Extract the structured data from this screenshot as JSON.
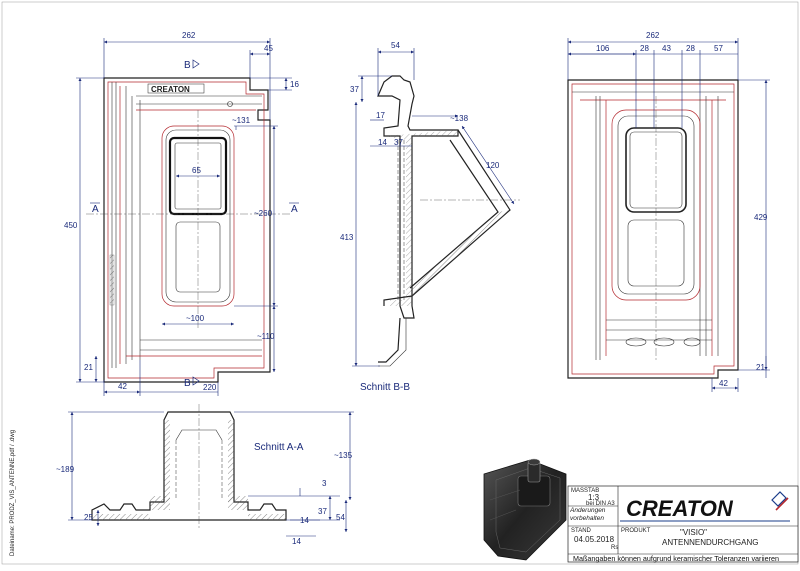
{
  "drawing": {
    "side_label": "Dateiname: PRODZ_VIS_ANTENNE.pdf / .dwg",
    "section_bb": "Schnitt B-B",
    "section_aa": "Schnitt A-A",
    "marker_a": "A",
    "marker_b": "B"
  },
  "front_view": {
    "dims": {
      "top_width": "262",
      "top_right": "45",
      "right_small": "16",
      "opening_top": "~131",
      "opening_width": "65",
      "opening_height": "~260",
      "height": "450",
      "bottom_opening": "~100",
      "bottom_right": "~110",
      "bottom_left": "21",
      "left_margin": "42",
      "bottom_width": "220"
    }
  },
  "section_bb_view": {
    "dims": {
      "top": "54",
      "left_top": "37",
      "a17": "17",
      "a14": "14",
      "a37": "37",
      "slope": "~138",
      "diag": "120",
      "height": "413"
    }
  },
  "back_view": {
    "dims": {
      "top_width": "262",
      "d106": "106",
      "d28a": "28",
      "d43": "43",
      "d28b": "28",
      "d57": "57",
      "height": "429",
      "bottom_right": "21",
      "bottom_left": "42"
    }
  },
  "section_aa_view": {
    "dims": {
      "total_height": "~189",
      "upper_height": "~135",
      "d3": "3",
      "d25": "25",
      "d37": "37",
      "d54": "54",
      "d14a": "14",
      "d14b": "14"
    }
  },
  "title_block": {
    "scale_label": "MASSTAB",
    "scale_value": "1:3",
    "scale_note": "bei DIN A3",
    "changes_label": "Änderungen vorbehalten",
    "stand_label": "STAND",
    "stand_value": "04.05.2018",
    "stand_code": "Rs",
    "brand": "CREATON",
    "product_label": "PRODUKT",
    "product_name": "\"VISIO\"",
    "product_sub": "ANTENNENDURCHGANG",
    "disclaimer": "Maßangaben können aufgrund keramischer Toleranzen variieren"
  },
  "colors": {
    "dimension": "#1a2a7a",
    "outline": "#222222",
    "accent": "#b4282e",
    "brand_text": "#111111"
  }
}
